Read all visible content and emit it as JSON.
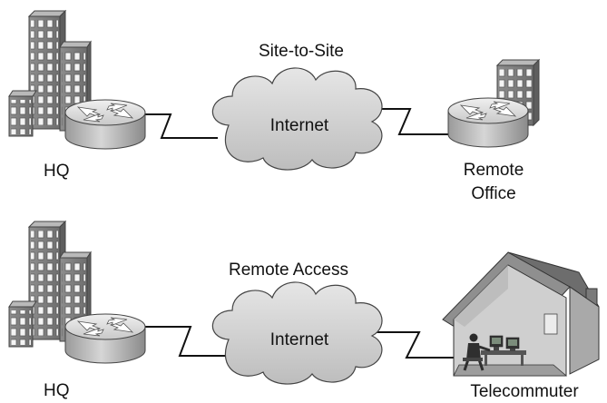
{
  "site_to_site": {
    "title": "Site-to-Site",
    "left_label": "HQ",
    "cloud_label": "Internet",
    "right_label_line1": "Remote",
    "right_label_line2": "Office"
  },
  "remote_access": {
    "title": "Remote Access",
    "left_label": "HQ",
    "cloud_label": "Internet",
    "right_label": "Telecommuter"
  },
  "icons": [
    "building-icon",
    "router-icon",
    "cloud-icon",
    "serial-link-icon",
    "house-icon",
    "person-icon",
    "computer-icon"
  ]
}
